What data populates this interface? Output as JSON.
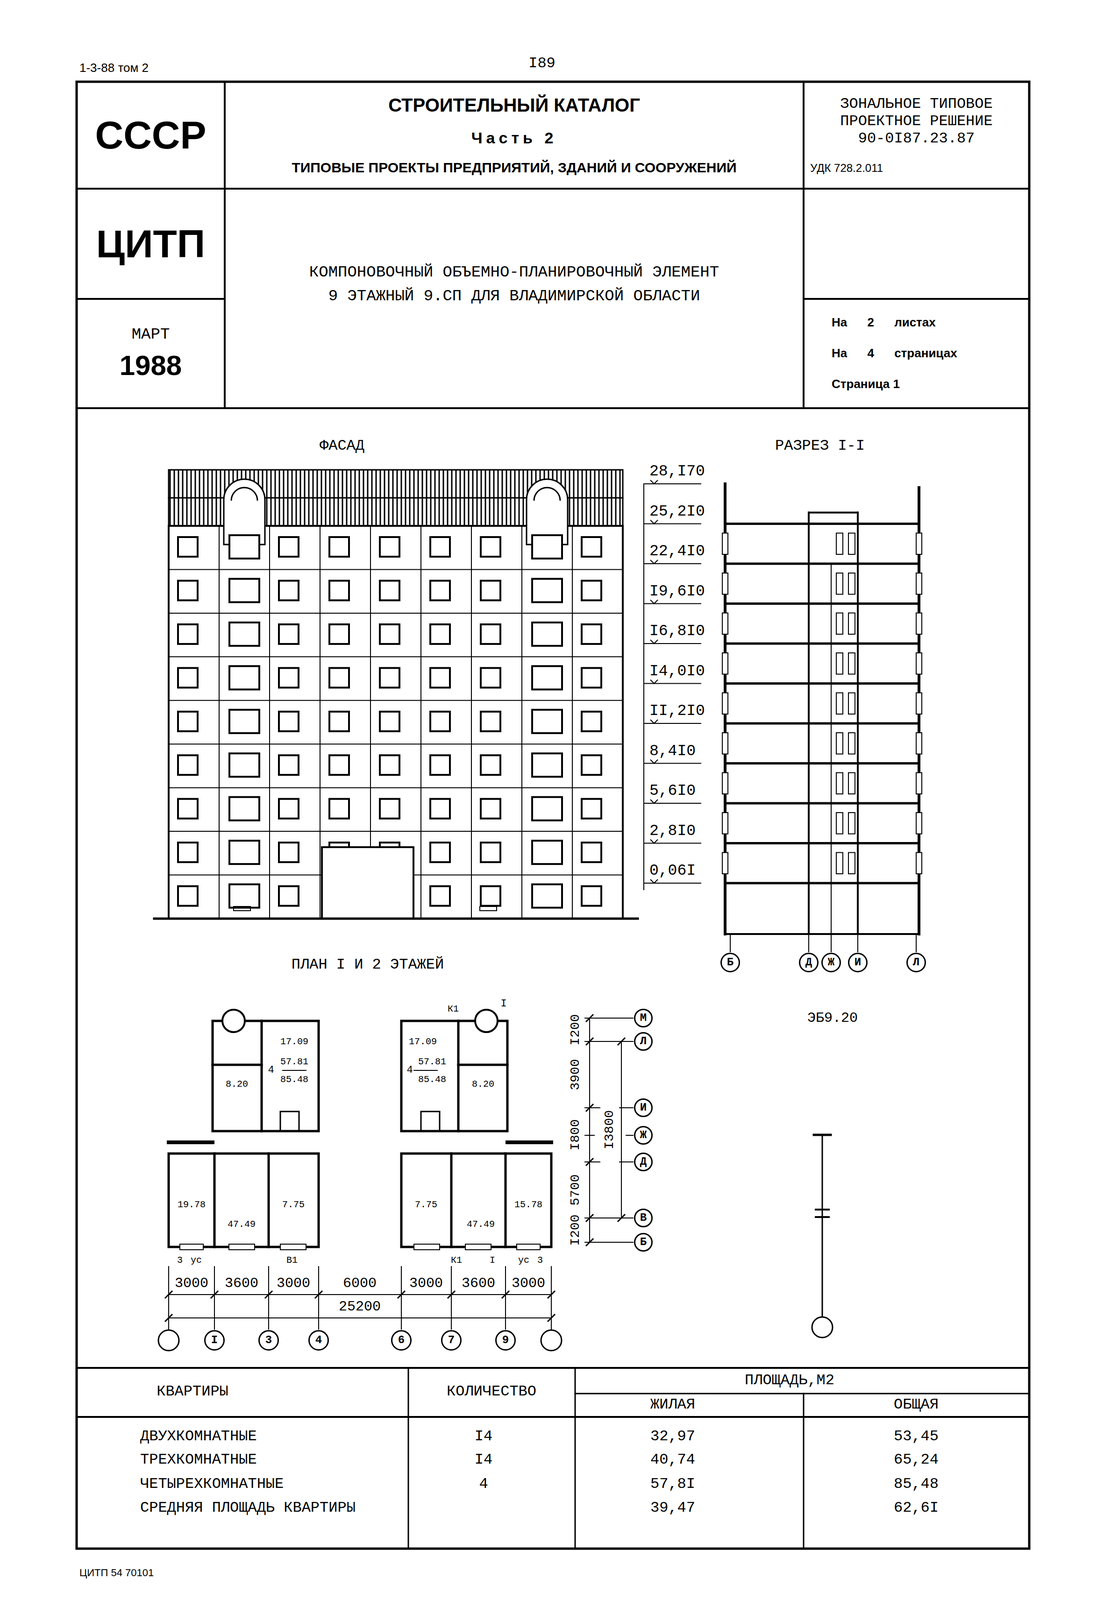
{
  "diagram": {
    "nodes": [
      {
        "text": [
          "СССР"
        ]
      },
      {
        "text": [
          "СТРОИТЕЛЬНЫЙ КАТАЛОГ",
          "Часть 2",
          "ТИПОВЫЕ ПРОЕКТЫ ПРЕДПРИЯТИЙ, ЗДАНИЙ И СООРУЖЕНИЙ"
        ]
      },
      {
        "text": [
          "ЗОНАЛЬНОЕ ТИПОВОЕ ПРОЕКТНОЕ РЕШЕНИЕ 90-0I87.23.87",
          "УДК 728.2.011"
        ]
      },
      {
        "text": [
          "ЦИТП"
        ]
      },
      {
        "text": [
          "КОМПОНОВОЧНЫЙ ОБЪЕМНО-ПЛАНИРОВОЧНЫЙ ЭЛЕМЕНТ 9 ЭТАЖНЫЙ 9.СП ДЛЯ ВЛАДИМИРСКОЙ ОБЛАСТИ"
        ]
      },
      {
        "text": [
          "МАРТ",
          "1988"
        ]
      },
      {
        "text": [
          "На 2 листах",
          "На 4 страницах",
          "Страница 1"
        ]
      },
      {
        "text": [
          "Б"
        ]
      },
      {
        "text": [
          "Д"
        ]
      },
      {
        "text": [
          "Ж"
        ]
      },
      {
        "text": [
          "И"
        ]
      },
      {
        "text": [
          "Л"
        ]
      },
      {
        "text": [
          "I"
        ]
      },
      {
        "text": [
          "3"
        ]
      },
      {
        "text": [
          "4"
        ]
      },
      {
        "text": [
          "6"
        ]
      },
      {
        "text": [
          "7"
        ]
      },
      {
        "text": [
          "9"
        ]
      },
      {
        "text": [
          "М"
        ]
      },
      {
        "text": [
          "Л"
        ]
      },
      {
        "text": [
          "И"
        ]
      },
      {
        "text": [
          "Ж"
        ]
      },
      {
        "text": [
          "Д"
        ]
      },
      {
        "text": [
          "В"
        ]
      },
      {
        "text": [
          "Б"
        ]
      }
    ],
    "labels": [
      "1-3-88 том 2",
      "I89",
      "ФАСАД",
      "РАЗРЕЗ I-I",
      "28,I70",
      "25,2I0",
      "22,4I0",
      "I9,6I0",
      "I6,8I0",
      "I4,0I0",
      "II,2I0",
      "8,4I0",
      "5,6I0",
      "2,8I0",
      "0,06I",
      "ПЛАН I И 2 ЭТАЖЕЙ",
      "ЭБ9.20",
      "17.09",
      "4",
      "57.81",
      "85.48",
      "8.20",
      "19.78",
      "47.49",
      "7.75",
      "3",
      "ус",
      "В1",
      "К1",
      "I",
      "17.09",
      "4",
      "57.81",
      "85.48",
      "8.20",
      "7.75",
      "47.49",
      "15.78",
      "К1",
      "I",
      "ус",
      "3",
      "3000",
      "3600",
      "3000",
      "6000",
      "3000",
      "3600",
      "3000",
      "25200",
      "I200",
      "3900",
      "I800",
      "5700",
      "I200",
      "I3800",
      "КВАРТИРЫ",
      "КОЛИЧЕСТВО",
      "ПЛОЩАДЬ,М2",
      "ЖИЛАЯ",
      "ОБЩАЯ",
      "ДВУХКОМНАТНЫЕ",
      "I4",
      "32,97",
      "53,45",
      "ТРЕХКОМНАТНЫЕ",
      "I4",
      "40,74",
      "65,24",
      "ЧЕТЫРЕХКОМНАТНЫЕ",
      "4",
      "57,8I",
      "85,48",
      "СРЕДНЯЯ ПЛОЩАДЬ КВАРТИРЫ",
      "39,47",
      "62,6I",
      "ЦИТП 54 70101"
    ]
  }
}
